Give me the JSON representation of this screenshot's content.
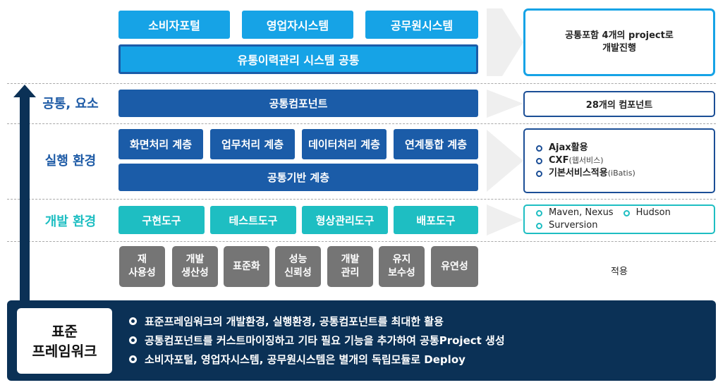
{
  "top_layer": {
    "apps": [
      "소비자포털",
      "영업자시스템",
      "공무원시스템"
    ],
    "common": "유통이력관리 시스템 공통"
  },
  "rows": {
    "common": {
      "label": "공통, 요소",
      "component": "공통컴포넌트"
    },
    "runtime": {
      "label": "실행 환경",
      "layers": [
        "화면처리 계층",
        "업무처리 계층",
        "데이터처리 계층",
        "연계통합 계층"
      ],
      "base": "공통기반 계층"
    },
    "dev": {
      "label": "개발 환경",
      "tools": [
        "구현도구",
        "테스트도구",
        "형상관리도구",
        "배포도구"
      ]
    },
    "quality": {
      "attributes": [
        "재\n사용성",
        "개발\n생산성",
        "표준화",
        "성능\n신뢰성",
        "개발\n관리",
        "유지\n보수성",
        "유연성"
      ]
    }
  },
  "notes": {
    "top_line1": "공통포함 4개의 project로",
    "top_line2": "개발진행",
    "components": "28개의 컴포넌트",
    "runtime_items": [
      {
        "main": "Ajax활용",
        "sub": ""
      },
      {
        "main": "CXF ",
        "sub": "(웹서비스)"
      },
      {
        "main": "기본서비스적용",
        "sub": "(iBatis)"
      }
    ],
    "dev_items": [
      "Maven, Nexus",
      "Hudson",
      "Surversion"
    ],
    "apply": "적용"
  },
  "framework": {
    "title_line1": "표준",
    "title_line2": "프레임워크",
    "points": [
      "표준프레임워크의 개발환경, 실행환경, 공통컴포넌트를 최대한 활용",
      "공통컴포넌트를 커스트마이징하고 기타 필요 기능을 추가하여 공통Project 생성",
      "소비자포털, 영업자시스템, 공무원시스템은 별개의 독립모듈로 Deploy"
    ]
  },
  "colors": {
    "sky": "#16a3e6",
    "navy": "#1b5ca8",
    "teal": "#1ebec2",
    "gray": "#757575",
    "dark_navy": "#0b3156",
    "label_blue": "#1e5ba6"
  }
}
